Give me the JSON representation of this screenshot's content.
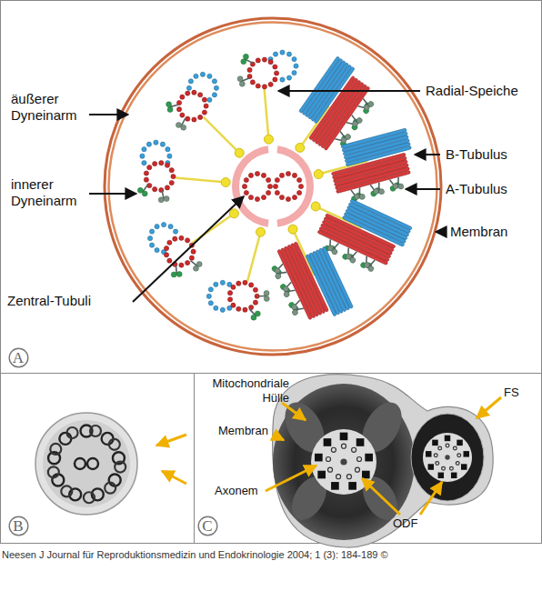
{
  "diagram": {
    "caption": "Neesen J Journal für Reproduktionsmedizin und Endokrinologie 2004; 1 (3): 184-189 ©",
    "nodes": [
      {
        "text": [
          "A"
        ]
      },
      {
        "text": [
          "B"
        ]
      },
      {
        "text": [
          "C"
        ]
      }
    ],
    "labels": [
      "äußerer Dyneinarm",
      "innerer Dyneinarm",
      "Zentral-Tubuli",
      "Radial-Speiche",
      "B-Tubulus",
      "A-Tubulus",
      "Membran",
      "Mitochondriale Hülle",
      "Membran",
      "Axonem",
      "FS",
      "ODF"
    ]
  }
}
